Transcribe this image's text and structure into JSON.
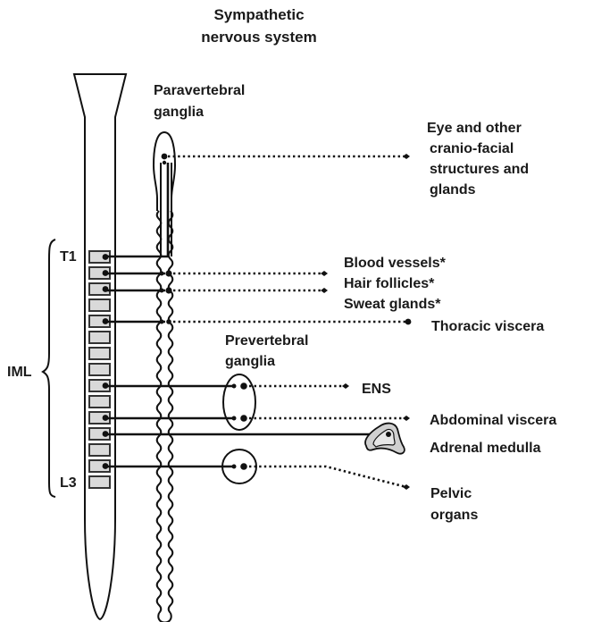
{
  "title": [
    "Sympathetic",
    "nervous system"
  ],
  "labels": {
    "paravertebral": [
      "Paravertebral",
      "ganglia"
    ],
    "prevertebral": [
      "Prevertebral",
      "ganglia"
    ],
    "t1": "T1",
    "l3": "L3",
    "iml": "IML"
  },
  "targets": {
    "eye": [
      "Eye and other",
      "cranio-facial",
      "structures and",
      "glands"
    ],
    "blood_vessels": "Blood vessels*",
    "hair_follicles": "Hair follicles*",
    "sweat_glands": "Sweat glands*",
    "thoracic": "Thoracic viscera",
    "ens": "ENS",
    "abdominal": "Abdominal viscera",
    "adrenal": "Adrenal medulla",
    "pelvic": [
      "Pelvic",
      "organs"
    ]
  },
  "spinal_segments": {
    "count": 15,
    "active_segments": [
      1,
      2,
      3,
      5,
      9,
      11,
      12,
      14
    ]
  },
  "colors": {
    "line": "#111111",
    "segment_fill": "#d9d9d9",
    "adrenal_fill": "#d0d0d0"
  }
}
